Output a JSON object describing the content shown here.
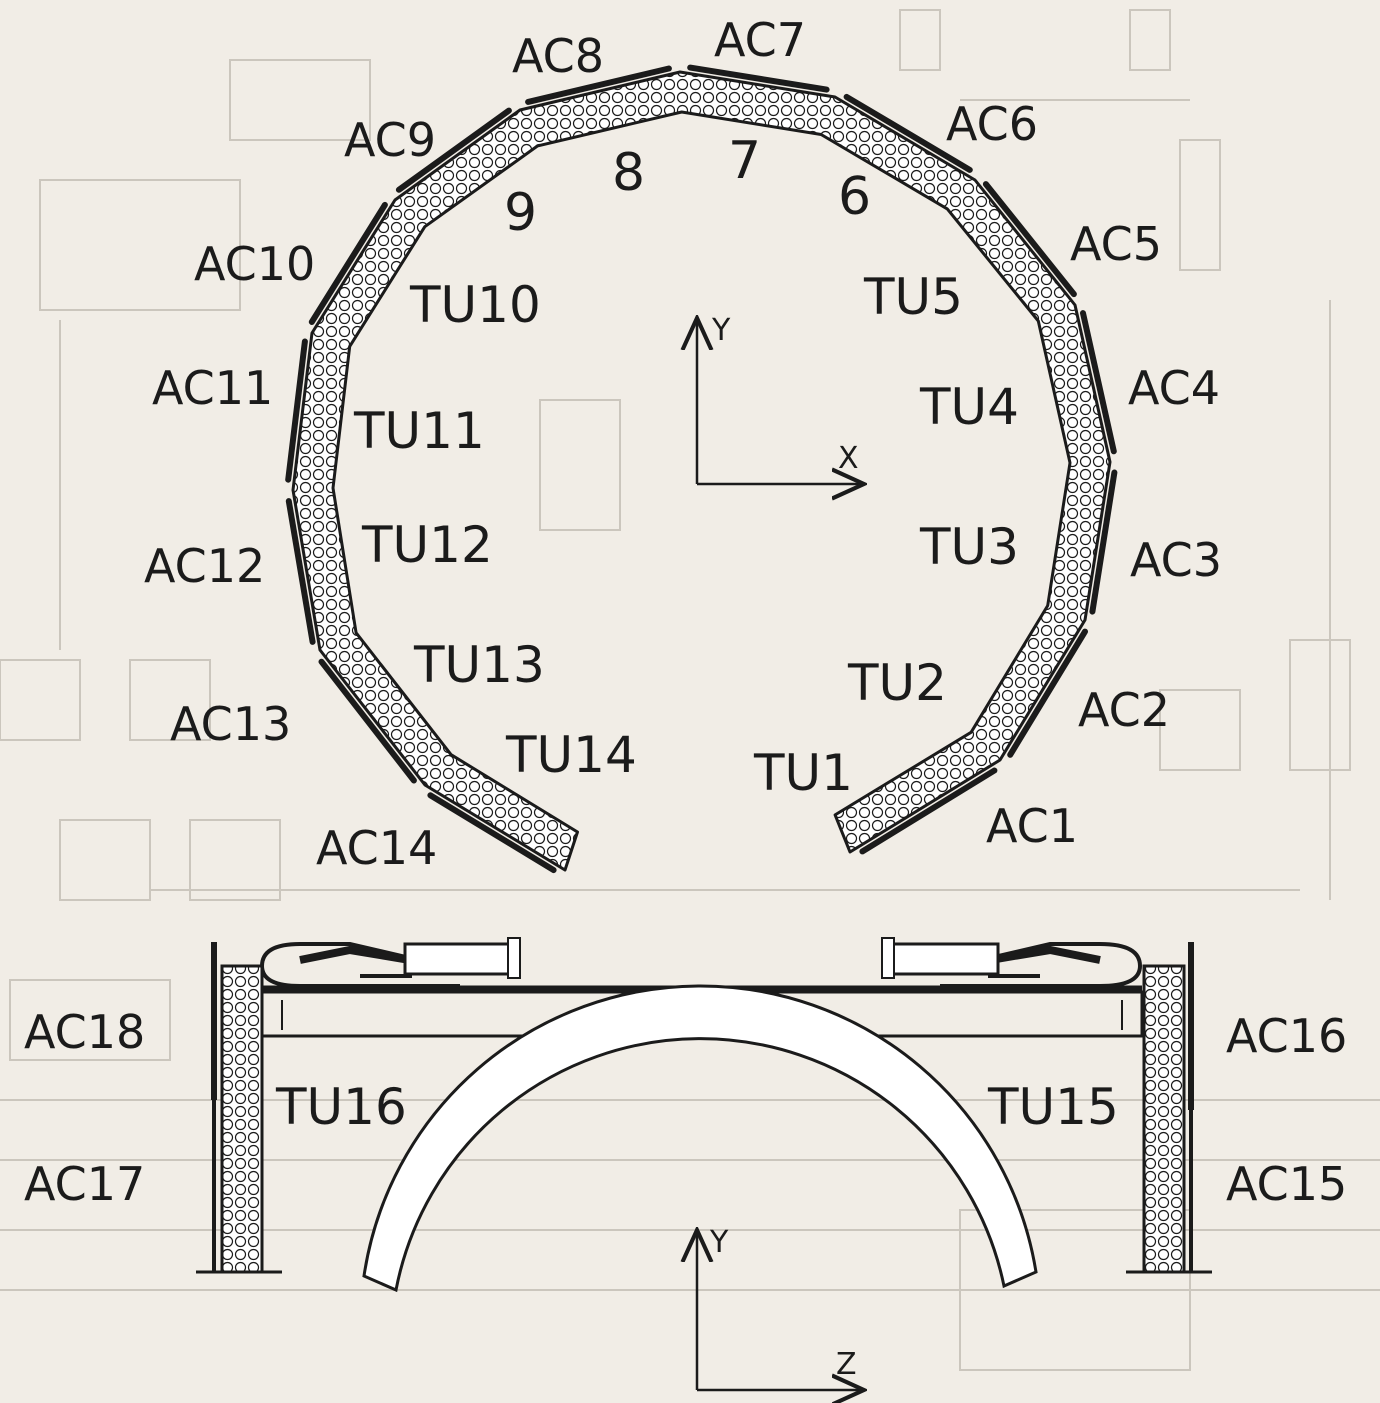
{
  "colors": {
    "paper": "#f1ede6",
    "ink": "#1b1b1b",
    "ghost": "#cbc6bd",
    "band": "#ffffff"
  },
  "ring": {
    "sensors": [
      "AC1",
      "AC2",
      "AC3",
      "AC4",
      "AC5",
      "AC6",
      "AC7",
      "AC8",
      "AC9",
      "AC10",
      "AC11",
      "AC12",
      "AC13",
      "AC14"
    ],
    "bundles": [
      "TU1",
      "TU2",
      "TU3",
      "TU4",
      "TU5",
      "TU10",
      "TU11",
      "TU12",
      "TU13",
      "TU14"
    ],
    "sector_numbers": [
      "6",
      "7",
      "8",
      "9"
    ],
    "axes": {
      "y": "Y",
      "x": "X"
    }
  },
  "lower": {
    "sensors": [
      "AC15",
      "AC16",
      "AC17",
      "AC18"
    ],
    "bundles": [
      "TU15",
      "TU16"
    ],
    "axes": {
      "y": "Y",
      "z": "Z"
    }
  }
}
